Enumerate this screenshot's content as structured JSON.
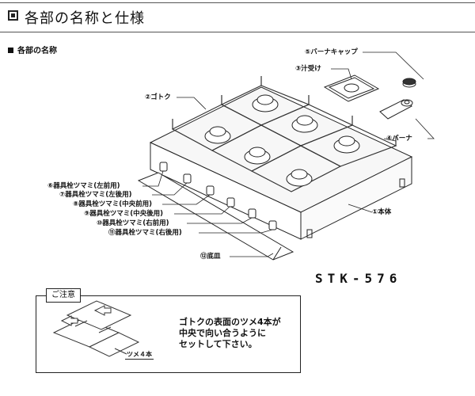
{
  "header": {
    "title": "各部の名称と仕様"
  },
  "section": {
    "heading": "各部の名称"
  },
  "labels": {
    "burner_cap": "⑤バーナキャップ",
    "drip_pan": "③汁受け",
    "trivet": "②ゴトク",
    "burner": "④バーナ",
    "knob_front_left": "⑥器具栓ツマミ(左前用)",
    "knob_rear_left": "⑦器具栓ツマミ(左後用)",
    "knob_front_center": "⑧器具栓ツマミ(中央前用)",
    "knob_rear_center": "⑨器具栓ツマミ(中央後用)",
    "knob_front_right": "⑩器具栓ツマミ(右前用)",
    "knob_rear_right": "⑪器具栓ツマミ(右後用)",
    "body": "①本体",
    "bottom_tray": "⑫底皿"
  },
  "model": "STK-576",
  "note": {
    "tab": "ご注意",
    "lines": [
      "ゴトクの表面のツメ4本が",
      "中央で向い合うように",
      "セットして下さい。"
    ],
    "tsume_label": "ツメ４本"
  }
}
